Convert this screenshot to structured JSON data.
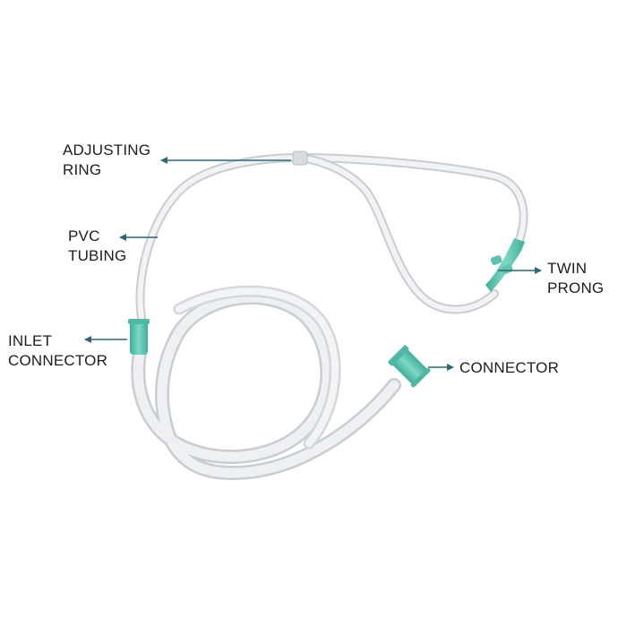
{
  "labels": {
    "adjusting_ring": {
      "line1": "ADJUSTING",
      "line2": "RING"
    },
    "pvc_tubing": {
      "line1": "PVC",
      "line2": "TUBING"
    },
    "inlet_connector": {
      "line1": "INLET",
      "line2": "CONNECTOR"
    },
    "twin_prong": {
      "line1": "TWIN",
      "line2": "PRONG"
    },
    "connector": {
      "line1": "CONNECTOR"
    }
  },
  "colors": {
    "arrow": "#2f6777",
    "tubing_edge": "#c9cdd2",
    "tubing_fill": "#eef0f2",
    "connector_teal": "#5fc3b0",
    "label_text": "#1e1e1e"
  }
}
